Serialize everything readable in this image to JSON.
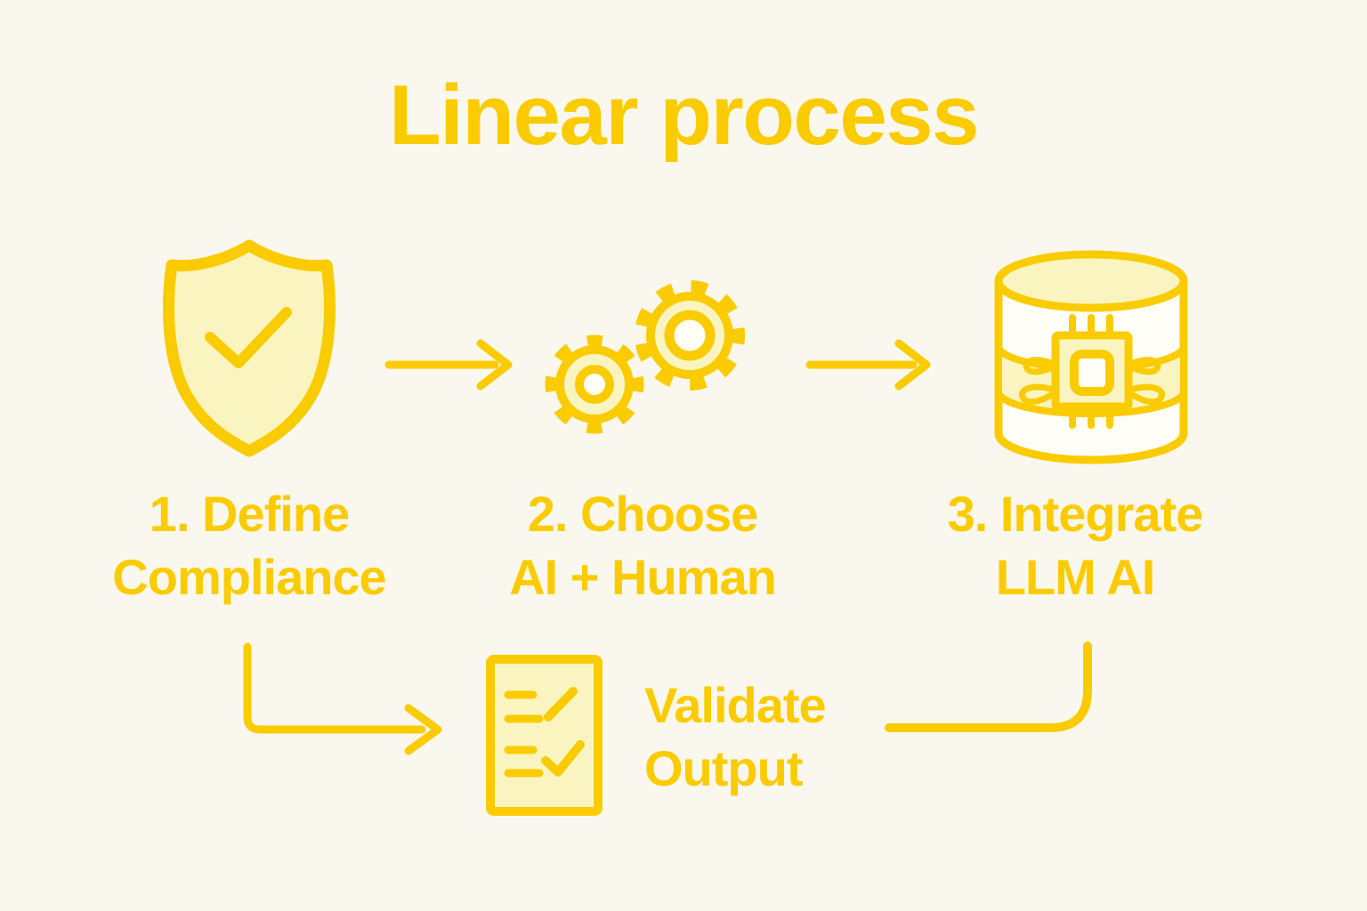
{
  "title": "Linear process",
  "colors": {
    "gold": "#FACC00",
    "pale_fill": "#FAF5C0",
    "background": "#FAF7EE",
    "surface": "#FFFEF7"
  },
  "steps": [
    {
      "label": "1. Define\nCompliance",
      "icon": "shield-check-icon"
    },
    {
      "label": "2. Choose\nAI + Human",
      "icon": "gears-icon"
    },
    {
      "label": "3. Integrate\nLLM AI",
      "icon": "database-chip-icon"
    }
  ],
  "connectors": [
    {
      "icon": "arrow-right-icon",
      "from": "step-1",
      "to": "step-2"
    },
    {
      "icon": "arrow-right-icon",
      "from": "step-2",
      "to": "step-3"
    },
    {
      "icon": "elbow-arrow-icon",
      "from": "step-1",
      "to": "validate-output"
    },
    {
      "icon": "elbow-line-icon",
      "from": "step-3",
      "to": "validate-output"
    }
  ],
  "validation": {
    "label": "Validate\nOutput",
    "icon": "checklist-document-icon"
  }
}
